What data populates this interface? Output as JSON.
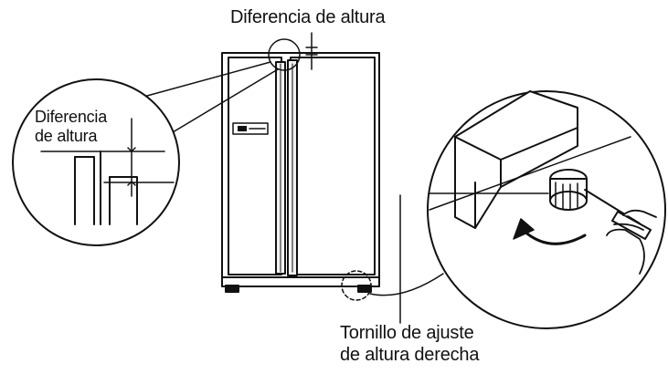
{
  "labels": {
    "height_difference_top": "Diferencia de altura",
    "height_difference_inset": [
      "Diferencia",
      "de altura"
    ],
    "adjustment_screw": [
      "Tornillo de ajuste",
      "de altura derecha"
    ]
  },
  "colors": {
    "ink": "#111111",
    "background": "#ffffff",
    "door_gray": "#f2f2f2"
  },
  "icons": {
    "rotation_arrow": "curved-arrow-icon",
    "hand": "hand-icon",
    "screwdriver": "screwdriver-icon",
    "adjustment_screw": "screw-icon"
  }
}
